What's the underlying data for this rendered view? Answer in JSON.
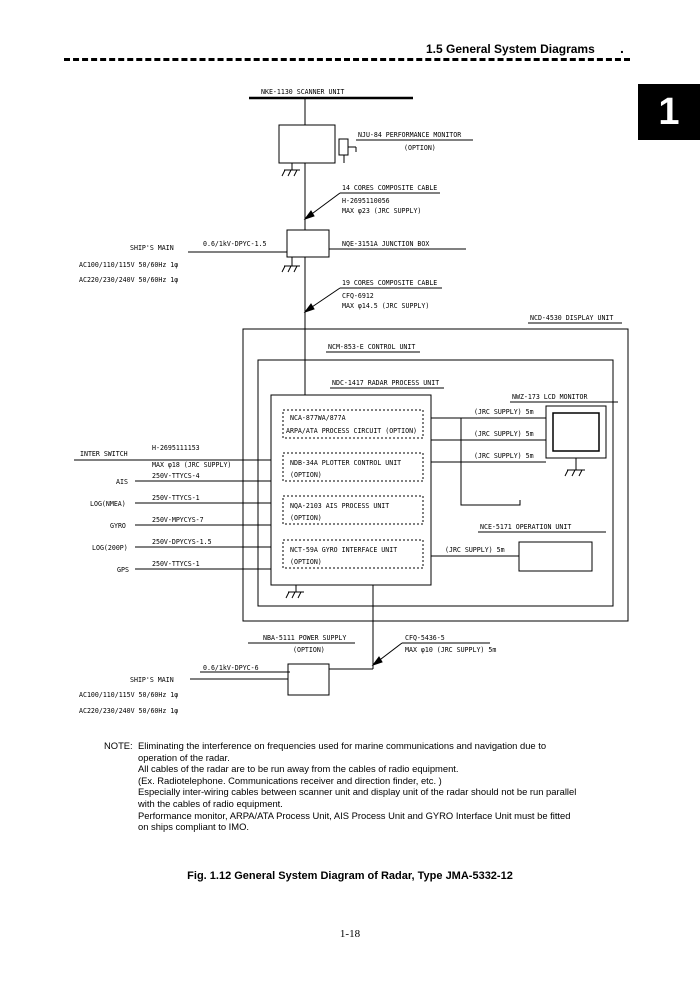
{
  "header": {
    "section_title": "1.5   General System Diagrams",
    "dot": "."
  },
  "chapter_tab": "1",
  "diagram": {
    "scanner_unit": "NKE-1130  SCANNER UNIT",
    "performance_monitor": "NJU-84 PERFORMANCE MONITOR",
    "performance_monitor_option": "(OPTION)",
    "cable_14_title": "14 CORES COMPOSITE CABLE",
    "cable_14_part": "H-2695110056",
    "cable_14_max": "MAX φ23 (JRC SUPPLY)",
    "ships_main_1": "SHIP'S MAIN",
    "ships_main_1_cable": "0.6/1kV-DPYC-1.5",
    "ac_line_1a": "AC100/110/115V 50/60Hz 1φ",
    "ac_line_1b": "AC220/230/240V 50/60Hz 1φ",
    "junction_box": "NQE-3151A JUNCTION BOX",
    "cable_19_title": "19 CORES COMPOSITE CABLE",
    "cable_19_part": "CFQ-6912",
    "cable_19_max": "MAX φ14.5 (JRC SUPPLY)",
    "display_unit": "NCD-4530 DISPLAY UNIT",
    "control_unit": "NCM-853-E CONTROL UNIT",
    "radar_process_unit": "NDC-1417 RADAR PROCESS UNIT",
    "lcd_monitor": "NWZ-173 LCD MONITOR",
    "arpa_circuit": "NCA-877WA/877A",
    "arpa_circuit_desc": "ARPA/ATA PROCESS CIRCUIT (OPTION)",
    "plotter_unit": "NDB-34A PLOTTER CONTROL UNIT",
    "plotter_option": "(OPTION)",
    "ais_process_unit": "NQA-2103 AIS  PROCESS UNIT",
    "ais_option": "(OPTION)",
    "gyro_interface_unit": "NCT-59A GYRO INTERFACE UNIT",
    "gyro_option": "(OPTION)",
    "jrc_supply_5m_1": "(JRC SUPPLY) 5m",
    "jrc_supply_5m_2": "(JRC SUPPLY) 5m",
    "jrc_supply_5m_3": "(JRC SUPPLY) 5m",
    "jrc_supply_5m_4": "(JRC SUPPLY) 5m",
    "operation_unit": "NCE-5171 OPERATION UNIT",
    "inter_switch": "INTER SWITCH",
    "inter_switch_part": "H-2695111153",
    "inter_switch_max": "MAX φ18 (JRC SUPPLY)",
    "ais": "AIS",
    "ais_cable": "250V-TTYCS-4",
    "log_nmea": "LOG(NMEA)",
    "log_nmea_cable": "250V-TTYCS-1",
    "gyro": "GYRO",
    "gyro_cable": "250V-MPYCYS-7",
    "log_200p": "LOG(200P)",
    "log_200p_cable": "250V-DPYCYS-1.5",
    "gps": "GPS",
    "gps_cable": "250V-TTYCS-1",
    "power_supply": "NBA-5111 POWER SUPPLY",
    "power_supply_option": "(OPTION)",
    "cfq_cable": "CFQ-5436-5",
    "cfq_max": "MAX φ10 (JRC SUPPLY) 5m",
    "ships_main_2": "SHIP'S MAIN",
    "ships_main_2_cable": "0.6/1kV-DPYC-6",
    "ac_line_2a": "AC100/110/115V 50/60Hz 1φ",
    "ac_line_2b": "AC220/230/240V 50/60Hz 1φ"
  },
  "note": {
    "label": "NOTE:",
    "lines": [
      "Eliminating the interference on frequencies used for marine communications and navigation due to",
      "operation of the radar.",
      "All cables of the radar are to be run away from the cables of radio equipment.",
      "(Ex. Radiotelephone. Communications receiver and direction finder, etc. )",
      "Especially inter-wiring cables between scanner unit and display unit of the radar should not be run parallel",
      "with the cables of radio equipment.",
      "Performance monitor, ARPA/ATA Process Unit, AIS Process Unit and GYRO Interface Unit must be fitted",
      "on ships compliant to IMO."
    ]
  },
  "caption": "Fig. 1.12   General System Diagram of Radar, Type JMA-5332-12",
  "page_number": "1-18"
}
